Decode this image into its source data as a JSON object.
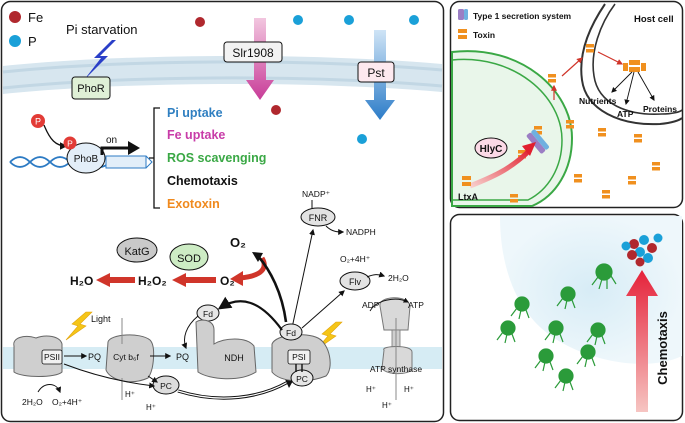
{
  "legend": {
    "fe": "Fe",
    "p": "P"
  },
  "membrane_top": {
    "starvation": "Pi starvation",
    "phor": "PhoR",
    "phob": "PhoB",
    "p_badge": "P",
    "on": "on",
    "slr": "Slr1908",
    "pst": "Pst"
  },
  "functions": [
    {
      "label": "Pi uptake",
      "color": "#2f7fc1"
    },
    {
      "label": "Fe uptake",
      "color": "#c83ca8"
    },
    {
      "label": "ROS scavenging",
      "color": "#3aa845"
    },
    {
      "label": "Chemotaxis",
      "color": "#111111"
    },
    {
      "label": "Exotoxin",
      "color": "#f08a1e"
    }
  ],
  "photosynthesis": {
    "nadp": "NADP⁺",
    "fnr": "FNR",
    "nadph": "NADPH",
    "o2_4h": "O₂+4H⁺",
    "flv": "Flv",
    "two_h2o_right": "2H₂O",
    "katg": "KatG",
    "sod": "SOD",
    "o2": "O₂",
    "o2_minus": "O₂⁻",
    "h2o2": "H₂O₂",
    "h2o": "H₂O",
    "light": "Light",
    "psii": "PSII",
    "pq1": "PQ",
    "cyt": "Cyt b₆f",
    "pq2": "PQ",
    "fd1": "Fd",
    "ndh": "NDH",
    "fd2": "Fd",
    "psi": "PSI",
    "pc1": "PC",
    "pc2": "PC",
    "adp": "ADP",
    "atp": "ATP",
    "atp_synthase": "ATP synthase",
    "h_plus": "H⁺",
    "two_h2o": "2H₂O",
    "o2_4h_bottom": "O₂+4H⁺"
  },
  "host": {
    "t1ss": "Type 1 secretion system",
    "toxin": "Toxin",
    "host_cell": "Host cell",
    "nutrients": "Nutrients",
    "atp": "ATP",
    "proteins": "Proteins",
    "hlyc": "HlyC",
    "ltxa": "LtxA"
  },
  "chemotaxis": {
    "label": "Chemotaxis"
  },
  "colors": {
    "fe": "#b0282e",
    "p": "#1aa0d8",
    "toxin": "#f0901f",
    "red_arrow": "#d0352a",
    "pink_arrow": "#d84a9a",
    "blue_arrow": "#2c7cc8",
    "cell": "#2b9b3a"
  }
}
